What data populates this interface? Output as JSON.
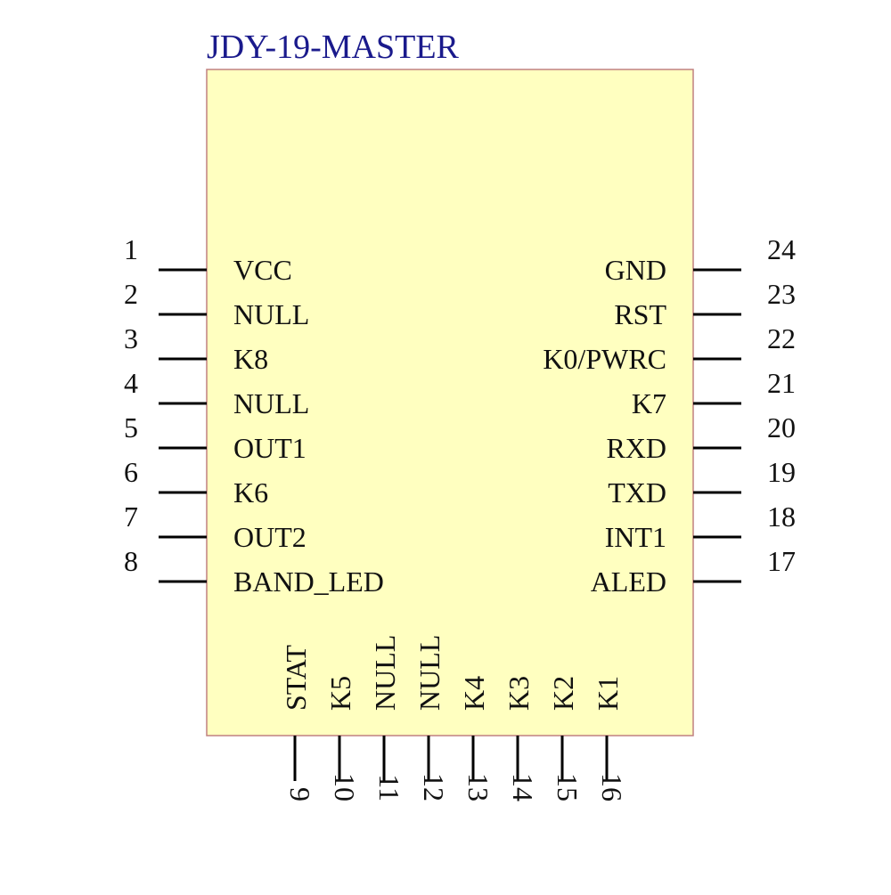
{
  "title": "JDY-19-MASTER",
  "colors": {
    "title": "#1a1a8c",
    "body_fill": "#ffffc0",
    "body_stroke": "#c08080",
    "pin_line": "#000000",
    "text": "#111111"
  },
  "pins": {
    "left": [
      {
        "number": "1",
        "label": "VCC"
      },
      {
        "number": "2",
        "label": "NULL"
      },
      {
        "number": "3",
        "label": "K8"
      },
      {
        "number": "4",
        "label": "NULL"
      },
      {
        "number": "5",
        "label": "OUT1"
      },
      {
        "number": "6",
        "label": "K6"
      },
      {
        "number": "7",
        "label": "OUT2"
      },
      {
        "number": "8",
        "label": "BAND_LED"
      }
    ],
    "right": [
      {
        "number": "24",
        "label": "GND"
      },
      {
        "number": "23",
        "label": "RST"
      },
      {
        "number": "22",
        "label": "K0/PWRC"
      },
      {
        "number": "21",
        "label": "K7"
      },
      {
        "number": "20",
        "label": "RXD"
      },
      {
        "number": "19",
        "label": "TXD"
      },
      {
        "number": "18",
        "label": "INT1"
      },
      {
        "number": "17",
        "label": "ALED"
      }
    ],
    "bottom": [
      {
        "number": "9",
        "label": "STAT"
      },
      {
        "number": "10",
        "label": "K5"
      },
      {
        "number": "11",
        "label": "NULL"
      },
      {
        "number": "12",
        "label": "NULL"
      },
      {
        "number": "13",
        "label": "K4"
      },
      {
        "number": "14",
        "label": "K3"
      },
      {
        "number": "15",
        "label": "K2"
      },
      {
        "number": "16",
        "label": "K1"
      }
    ]
  }
}
